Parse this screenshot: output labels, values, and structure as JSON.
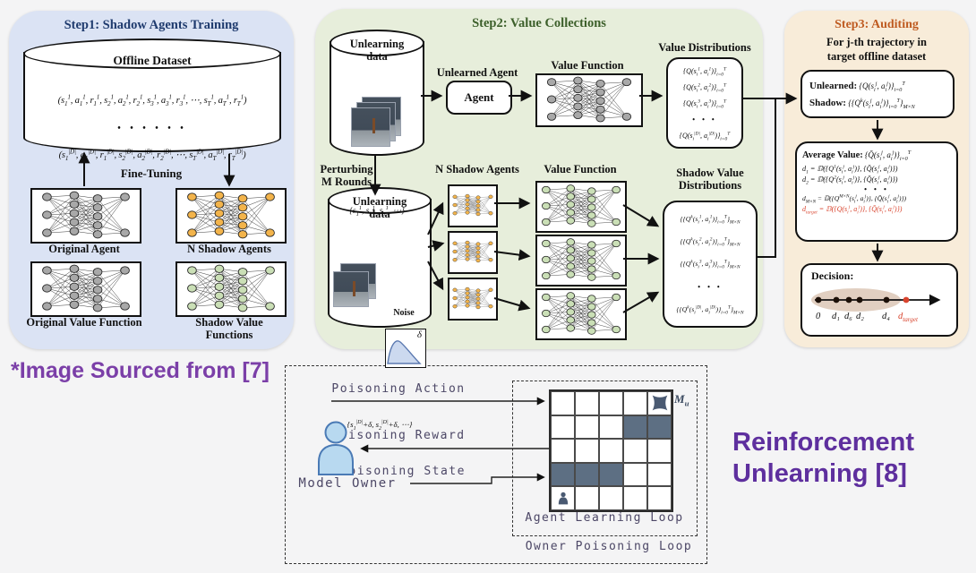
{
  "colors": {
    "bg": "#f4f4f5",
    "p1": "#dbe3f4",
    "p2": "#e7eedb",
    "p3": "#f8ecd9",
    "t1": "#1f3b6e",
    "t2": "#3c5f2a",
    "t3": "#bf5b21",
    "purple": "#7b3fa8",
    "purpleB": "#5e2f9e",
    "red": "#d8442e",
    "nnGray": "#a8a8a8",
    "nnOrange": "#f3b44b",
    "nnGreen": "#cadfb6",
    "mazeDark": "#5d6f83",
    "iconDark": "#4a5a72",
    "personFill": "#b8d9f0",
    "personStroke": "#4a7ab5"
  },
  "step1": {
    "title": "Step1: Shadow Agents Training",
    "dataset": {
      "title": "Offline Dataset",
      "line1": "(s<sub>1</sub><sup>1</sup>, a<sub>1</sub><sup>1</sup>, r<sub>1</sub><sup>1</sup>, s<sub>2</sub><sup>1</sup>, a<sub>2</sub><sup>1</sup>, r<sub>2</sub><sup>1</sup>, s<sub>3</sub><sup>1</sup>, a<sub>3</sub><sup>1</sup>, r<sub>3</sub><sup>1</sup>, ⋯, s<sub>T</sub><sup>1</sup>, a<sub>T</sub><sup>1</sup>, r<sub>T</sub><sup>1</sup>)",
      "dots": "• • • • • •",
      "line2": "(s<sub>1</sub><sup>|D|</sup>, a<sub>1</sub><sup>|D|</sup>, r<sub>1</sub><sup>|D|</sup>, s<sub>2</sub><sup>|D|</sup>, a<sub>2</sub><sup>|D|</sup>, r<sub>2</sub><sup>|D|</sup>, ⋯, s<sub>T</sub><sup>|D|</sup>, a<sub>T</sub><sup>|D|</sup>, r<sub>T</sub><sup>|D|</sup>)"
    },
    "fine_tuning": "Fine-Tuning",
    "net_labels": {
      "original_agent": "Original Agent",
      "shadow_agents": "N Shadow Agents",
      "original_value": "Original Value Function",
      "shadow_value": "Shadow Value Functions"
    }
  },
  "step2": {
    "title": "Step2: Value Collections",
    "cylinder1": {
      "title": "Unlearning<br>data",
      "formula": "{s<sub>1</sub><sup>1</sup>, s<sub>2</sub><sup>1</sup>, s<sub>3</sub><sup>1</sup>, ⋯}"
    },
    "unlearned_agent_label": "Unlearned Agent",
    "agent_box_label": "Agent",
    "value_function_label": "Value Function",
    "value_distributions": {
      "label": "Value Distributions",
      "lines": [
        "{Q(s<sub>i</sub><sup>1</sup>, a<sub>i</sub><sup>1</sup>)}<sub>i=0</sub><sup>T</sup>",
        "{Q(s<sub>i</sub><sup>2</sup>, a<sub>i</sub><sup>2</sup>)}<sub>i=0</sub><sup>T</sup>",
        "{Q(s<sub>i</sub><sup>3</sup>, a<sub>i</sub><sup>3</sup>)}<sub>i=0</sub><sup>T</sup>",
        "• • •",
        "{Q(s<sub>i</sub><sup>|D|</sup>, a<sub>i</sub><sup>|D|</sup>)}<sub>i=0</sub><sup>T</sup>"
      ]
    },
    "perturbing_label": "Perturbing<br>M Rounds",
    "cylinder2": {
      "title": "Unlearning<br>data",
      "noise_label": "Noise",
      "noise_symbol": "δ",
      "formula": "{s<sub>1</sub><sup>|D|</sup>+δ, s<sub>2</sub><sup>|D|</sup>+δ, ⋯}"
    },
    "n_shadow_agents_label": "N Shadow Agents",
    "value_function2_label": "Value Function",
    "shadow_distributions": {
      "label": "Shadow Value<br>Distributions",
      "lines": [
        "{{Q<sup>k</sup>(s<sub>i</sub><sup>1</sup>, a<sub>i</sub><sup>1</sup>)}<sub>i=0</sub><sup>T</sup>}<sub>M×N</sub>",
        "{{Q<sup>k</sup>(s<sub>i</sub><sup>2</sup>, a<sub>i</sub><sup>2</sup>)}<sub>i=0</sub><sup>T</sup>}<sub>M×N</sub>",
        "{{Q<sup>k</sup>(s<sub>i</sub><sup>3</sup>, a<sub>i</sub><sup>3</sup>)}<sub>i=0</sub><sup>T</sup>}<sub>M×N</sub>",
        "• • •",
        "{{Q<sup>k</sup>(s<sub>i</sub><sup>|D|</sup>, a<sub>i</sub><sup>|D|</sup>)}<sub>i=0</sub><sup>T</sup>}<sub>M×N</sub>"
      ]
    }
  },
  "step3": {
    "title": "Step3: Auditing",
    "subtitle": "For j-th trajectory in<br>target offline dataset",
    "inputs": {
      "unlearned_label": "Unlearned:",
      "unlearned_formula": "{Q(s<sub>i</sub><sup>j</sup>, a<sub>i</sub><sup>j</sup>)}<sub>i=0</sub><sup>T</sup>",
      "shadow_label": "Shadow:",
      "shadow_formula": "{{Q<sup>k</sup>(s<sub>i</sub><sup>j</sup>, a<sub>i</sub><sup>j</sup>)}<sub>i=0</sub><sup>T</sup>}<sub>M×N</sub>"
    },
    "average": {
      "title_label": "Average Value:",
      "title_formula": "{Q̄(s<sub>i</sub><sup>j</sup>, a<sub>i</sub><sup>j</sup>)}<sub>i=0</sub><sup>T</sup>",
      "d1": "d<sub>1</sub> = 𝔻({Q<sup>1</sup>(s<sub>i</sub><sup>j</sup>, a<sub>i</sub><sup>j</sup>)}, {Q̄(s<sub>i</sub><sup>j</sup>, a<sub>i</sub><sup>j</sup>)})",
      "d2": "d<sub>2</sub> = 𝔻({Q<sup>2</sup>(s<sub>i</sub><sup>j</sup>, a<sub>i</sub><sup>j</sup>)}, {Q̄(s<sub>i</sub><sup>j</sup>, a<sub>i</sub><sup>j</sup>)})",
      "dots": "• • •",
      "dmn": "d<sub>M×N</sub> = 𝔻({Q<sup>M×N</sup>(s<sub>i</sub><sup>j</sup>, a<sub>i</sub><sup>j</sup>)}, {Q̄(s<sub>i</sub><sup>j</sup>, a<sub>i</sub><sup>j</sup>)})",
      "dtarget": "d<sub>target</sub> = 𝔻({Q(s<sub>i</sub><sup>j</sup>, a<sub>i</sub><sup>j</sup>)}, {Q̄(s<sub>i</sub><sup>j</sup>, a<sub>i</sub><sup>j</sup>)})"
    },
    "decision": {
      "label": "Decision:",
      "ticks": [
        "0",
        "d₁",
        "d₆",
        "d₂",
        "d₄"
      ],
      "target_tick": "d<sub>target</sub>"
    }
  },
  "annotations": {
    "source_note": "*Image Sourced from [7]",
    "rl_title": "Reinforcement<br>Unlearning [8]"
  },
  "poisoning": {
    "action_label": "Poisoning Action",
    "reward_label": "Poisoning Reward",
    "state_label": "Poisoning State",
    "owner_label": "Model Owner",
    "inner_label": "Agent Learning Loop",
    "outer_label": "Owner Poisoning Loop",
    "maze_mark": "M<sub>u</sub>",
    "maze": {
      "rows": 5,
      "cols": 5,
      "wall_cells": [
        [
          1,
          3
        ],
        [
          1,
          4
        ],
        [
          3,
          0
        ],
        [
          3,
          1
        ],
        [
          3,
          2
        ]
      ],
      "goal_cell": [
        0,
        4
      ],
      "agent_cell": [
        4,
        0
      ]
    }
  }
}
